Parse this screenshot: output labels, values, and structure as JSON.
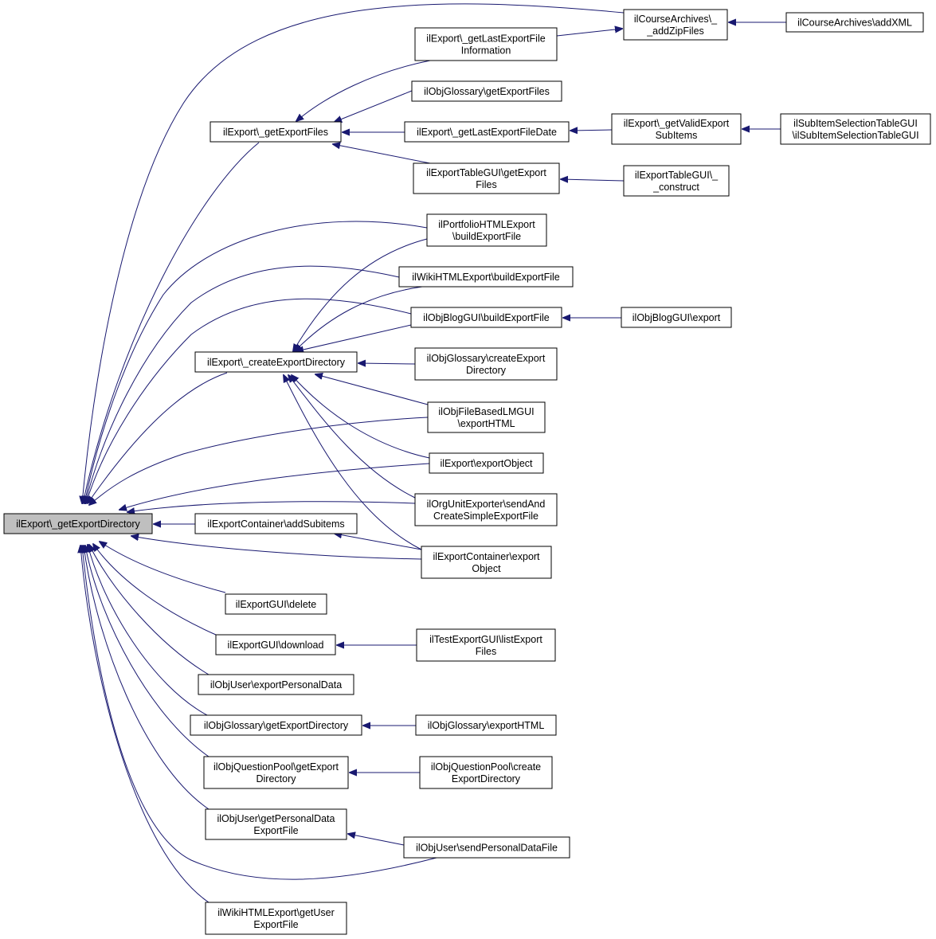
{
  "graph": {
    "colors": {
      "edge": "#191970",
      "node_fill": "#ffffff",
      "root_fill": "#bfbfbf",
      "border": "#000000"
    },
    "nodes": [
      {
        "id": "root",
        "lines": [
          "ilExport\\_getExportDirectory"
        ],
        "root": true
      },
      {
        "id": "createExportDirectory",
        "lines": [
          "ilExport\\_createExportDirectory"
        ]
      },
      {
        "id": "getExportFiles",
        "lines": [
          "ilExport\\_getExportFiles"
        ]
      },
      {
        "id": "courseArchivesAddZip",
        "lines": [
          "ilCourseArchives\\_",
          "_addZipFiles"
        ]
      },
      {
        "id": "courseArchivesAddXML",
        "lines": [
          "ilCourseArchives\\addXML"
        ]
      },
      {
        "id": "getLastExportFileInfo",
        "lines": [
          "ilExport\\_getLastExportFile",
          "Information"
        ]
      },
      {
        "id": "glossaryGetExportFiles",
        "lines": [
          "ilObjGlossary\\getExportFiles"
        ]
      },
      {
        "id": "getLastExportFileDate",
        "lines": [
          "ilExport\\_getLastExportFileDate"
        ]
      },
      {
        "id": "getValidExportSubItems",
        "lines": [
          "ilExport\\_getValidExport",
          "SubItems"
        ]
      },
      {
        "id": "subItemSelectionTableGUI",
        "lines": [
          "ilSubItemSelectionTableGUI",
          "\\ilSubItemSelectionTableGUI"
        ]
      },
      {
        "id": "exportTableGUIGetExportFiles",
        "lines": [
          "ilExportTableGUI\\getExport",
          "Files"
        ]
      },
      {
        "id": "exportTableGUIConstruct",
        "lines": [
          "ilExportTableGUI\\_",
          "_construct"
        ]
      },
      {
        "id": "portfolioBuildExportFile",
        "lines": [
          "ilPortfolioHTMLExport",
          "\\buildExportFile"
        ]
      },
      {
        "id": "wikiBuildExportFile",
        "lines": [
          "ilWikiHTMLExport\\buildExportFile"
        ]
      },
      {
        "id": "blogBuildExportFile",
        "lines": [
          "ilObjBlogGUI\\buildExportFile"
        ]
      },
      {
        "id": "blogExport",
        "lines": [
          "ilObjBlogGUI\\export"
        ]
      },
      {
        "id": "glossaryCreateExportDirectory",
        "lines": [
          "ilObjGlossary\\createExport",
          "Directory"
        ]
      },
      {
        "id": "fileBasedLMExportHTML",
        "lines": [
          "ilObjFileBasedLMGUI",
          "\\exportHTML"
        ]
      },
      {
        "id": "exportExportObject",
        "lines": [
          "ilExport\\exportObject"
        ]
      },
      {
        "id": "orgUnitSendAndCreate",
        "lines": [
          "ilOrgUnitExporter\\sendAnd",
          "CreateSimpleExportFile"
        ]
      },
      {
        "id": "exportContainerAddSubitems",
        "lines": [
          "ilExportContainer\\addSubitems"
        ]
      },
      {
        "id": "exportContainerExportObject",
        "lines": [
          "ilExportContainer\\export",
          "Object"
        ]
      },
      {
        "id": "exportGUIDelete",
        "lines": [
          "ilExportGUI\\delete"
        ]
      },
      {
        "id": "exportGUIDownload",
        "lines": [
          "ilExportGUI\\download"
        ]
      },
      {
        "id": "testExportGUIListExportFiles",
        "lines": [
          "ilTestExportGUI\\listExport",
          "Files"
        ]
      },
      {
        "id": "objUserExportPersonalData",
        "lines": [
          "ilObjUser\\exportPersonalData"
        ]
      },
      {
        "id": "glossaryGetExportDirectory",
        "lines": [
          "ilObjGlossary\\getExportDirectory"
        ]
      },
      {
        "id": "glossaryExportHTML",
        "lines": [
          "ilObjGlossary\\exportHTML"
        ]
      },
      {
        "id": "questionPoolGetExportDirectory",
        "lines": [
          "ilObjQuestionPool\\getExport",
          "Directory"
        ]
      },
      {
        "id": "questionPoolCreateExportDirectory",
        "lines": [
          "ilObjQuestionPool\\create",
          "ExportDirectory"
        ]
      },
      {
        "id": "objUserGetPersonalDataExportFile",
        "lines": [
          "ilObjUser\\getPersonalData",
          "ExportFile"
        ]
      },
      {
        "id": "objUserSendPersonalDataFile",
        "lines": [
          "ilObjUser\\sendPersonalDataFile"
        ]
      },
      {
        "id": "wikiGetUserExportFile",
        "lines": [
          "ilWikiHTMLExport\\getUser",
          "ExportFile"
        ]
      }
    ],
    "edges": [
      {
        "from": "courseArchivesAddZip",
        "to": "root"
      },
      {
        "from": "getExportFiles",
        "to": "root"
      },
      {
        "from": "portfolioBuildExportFile",
        "to": "root"
      },
      {
        "from": "wikiBuildExportFile",
        "to": "root"
      },
      {
        "from": "blogBuildExportFile",
        "to": "root"
      },
      {
        "from": "createExportDirectory",
        "to": "root"
      },
      {
        "from": "fileBasedLMExportHTML",
        "to": "root"
      },
      {
        "from": "exportExportObject",
        "to": "root"
      },
      {
        "from": "orgUnitSendAndCreate",
        "to": "root"
      },
      {
        "from": "exportContainerAddSubitems",
        "to": "root"
      },
      {
        "from": "exportContainerExportObject",
        "to": "root"
      },
      {
        "from": "exportGUIDelete",
        "to": "root"
      },
      {
        "from": "exportGUIDownload",
        "to": "root"
      },
      {
        "from": "objUserExportPersonalData",
        "to": "root"
      },
      {
        "from": "glossaryGetExportDirectory",
        "to": "root"
      },
      {
        "from": "questionPoolGetExportDirectory",
        "to": "root"
      },
      {
        "from": "objUserGetPersonalDataExportFile",
        "to": "root"
      },
      {
        "from": "objUserSendPersonalDataFile",
        "to": "root"
      },
      {
        "from": "wikiGetUserExportFile",
        "to": "root"
      },
      {
        "from": "getLastExportFileInfo",
        "to": "getExportFiles"
      },
      {
        "from": "glossaryGetExportFiles",
        "to": "getExportFiles"
      },
      {
        "from": "getLastExportFileDate",
        "to": "getExportFiles"
      },
      {
        "from": "exportTableGUIGetExportFiles",
        "to": "getExportFiles"
      },
      {
        "from": "getLastExportFileInfo",
        "to": "courseArchivesAddZip"
      },
      {
        "from": "courseArchivesAddXML",
        "to": "courseArchivesAddZip"
      },
      {
        "from": "getValidExportSubItems",
        "to": "getLastExportFileDate"
      },
      {
        "from": "subItemSelectionTableGUI",
        "to": "getValidExportSubItems"
      },
      {
        "from": "exportTableGUIConstruct",
        "to": "exportTableGUIGetExportFiles"
      },
      {
        "from": "portfolioBuildExportFile",
        "to": "createExportDirectory"
      },
      {
        "from": "wikiBuildExportFile",
        "to": "createExportDirectory"
      },
      {
        "from": "blogBuildExportFile",
        "to": "createExportDirectory"
      },
      {
        "from": "glossaryCreateExportDirectory",
        "to": "createExportDirectory"
      },
      {
        "from": "fileBasedLMExportHTML",
        "to": "createExportDirectory"
      },
      {
        "from": "exportExportObject",
        "to": "createExportDirectory"
      },
      {
        "from": "orgUnitSendAndCreate",
        "to": "createExportDirectory"
      },
      {
        "from": "exportContainerExportObject",
        "to": "createExportDirectory"
      },
      {
        "from": "blogExport",
        "to": "blogBuildExportFile"
      },
      {
        "from": "exportContainerExportObject",
        "to": "exportContainerAddSubitems"
      },
      {
        "from": "testExportGUIListExportFiles",
        "to": "exportGUIDownload"
      },
      {
        "from": "glossaryExportHTML",
        "to": "glossaryGetExportDirectory"
      },
      {
        "from": "questionPoolCreateExportDirectory",
        "to": "questionPoolGetExportDirectory"
      },
      {
        "from": "objUserSendPersonalDataFile",
        "to": "objUserGetPersonalDataExportFile"
      }
    ]
  }
}
